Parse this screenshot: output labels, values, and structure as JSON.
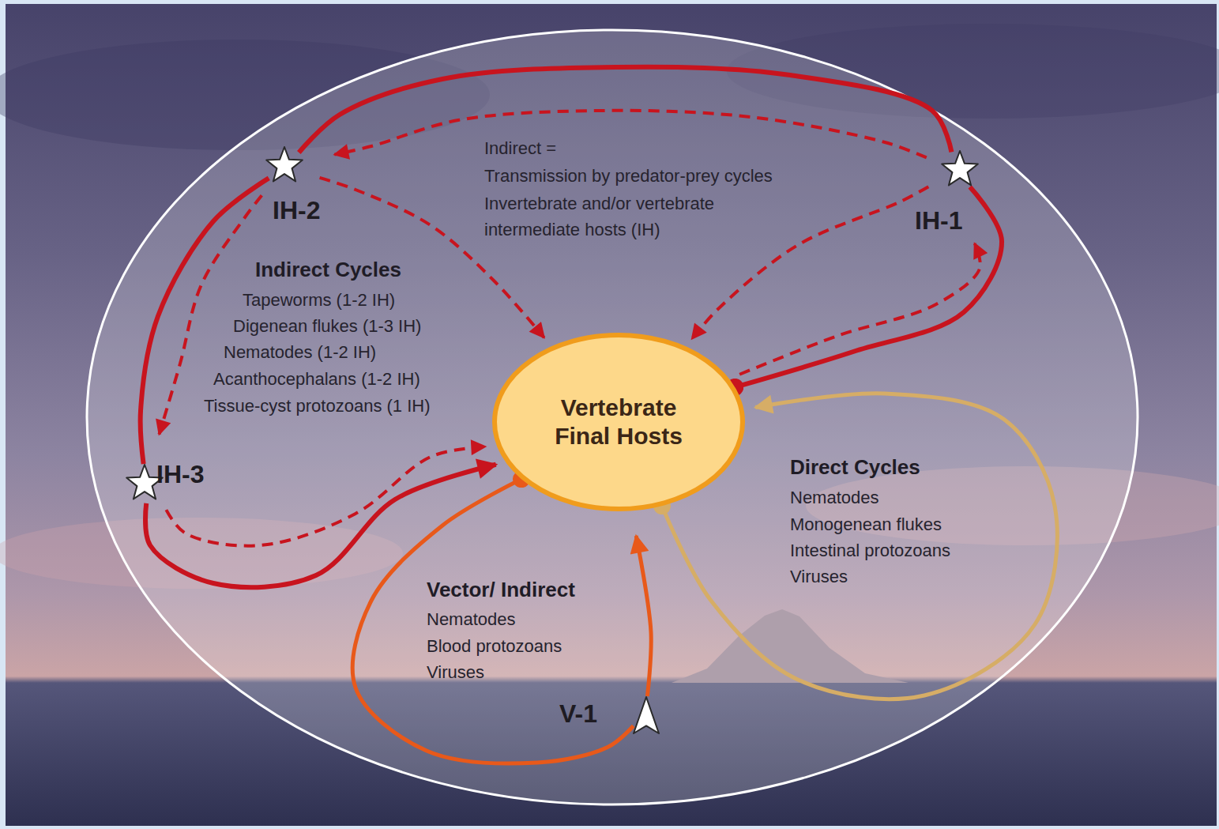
{
  "diagram": {
    "nodes": [
      {
        "text": [
          "IH-2"
        ]
      },
      {
        "text": [
          "IH-1"
        ]
      },
      {
        "text": [
          "Vertebrate Final Hosts"
        ]
      },
      {
        "text": [
          "IH-3"
        ]
      },
      {
        "text": [
          "V-1"
        ]
      }
    ],
    "edges": [
      {
        "from": 2,
        "to": 1,
        "arrow": "none"
      },
      {
        "from": 1,
        "to": 0,
        "arrow": "none"
      },
      {
        "from": 0,
        "to": 3,
        "arrow": "none"
      },
      {
        "from": 3,
        "to": 2,
        "arrow": "to"
      },
      {
        "from": 2,
        "to": 1,
        "arrow": "to"
      },
      {
        "from": 1,
        "to": 2,
        "arrow": "to"
      },
      {
        "from": 1,
        "to": 0,
        "arrow": "to"
      },
      {
        "from": 0,
        "to": 2,
        "arrow": "to"
      },
      {
        "from": 0,
        "to": 3,
        "arrow": "to"
      },
      {
        "from": 3,
        "to": 2,
        "arrow": "to"
      },
      {
        "from": 2,
        "to": 4,
        "arrow": "none"
      },
      {
        "from": 4,
        "to": 2,
        "arrow": "to"
      },
      {
        "from": 2,
        "to": 2,
        "arrow": "to"
      }
    ],
    "labels": [
      "Indirect =",
      "Transmission by predator-prey cycles",
      "Invertebrate and/or vertebrate intermediate hosts (IH)",
      "Indirect Cycles",
      "Tapeworms (1-2 IH)",
      "Digenean flukes (1-3 IH)",
      "Nematodes (1-2 IH)",
      "Acanthocephalans (1-2 IH)",
      "Tissue-cyst protozoans (1 IH)",
      "Direct Cycles",
      "Nematodes",
      "Monogenean flukes",
      "Intestinal protozoans",
      "Viruses",
      "Vector/ Indirect",
      "Nematodes",
      "Blood protozoans",
      "Viruses"
    ]
  }
}
